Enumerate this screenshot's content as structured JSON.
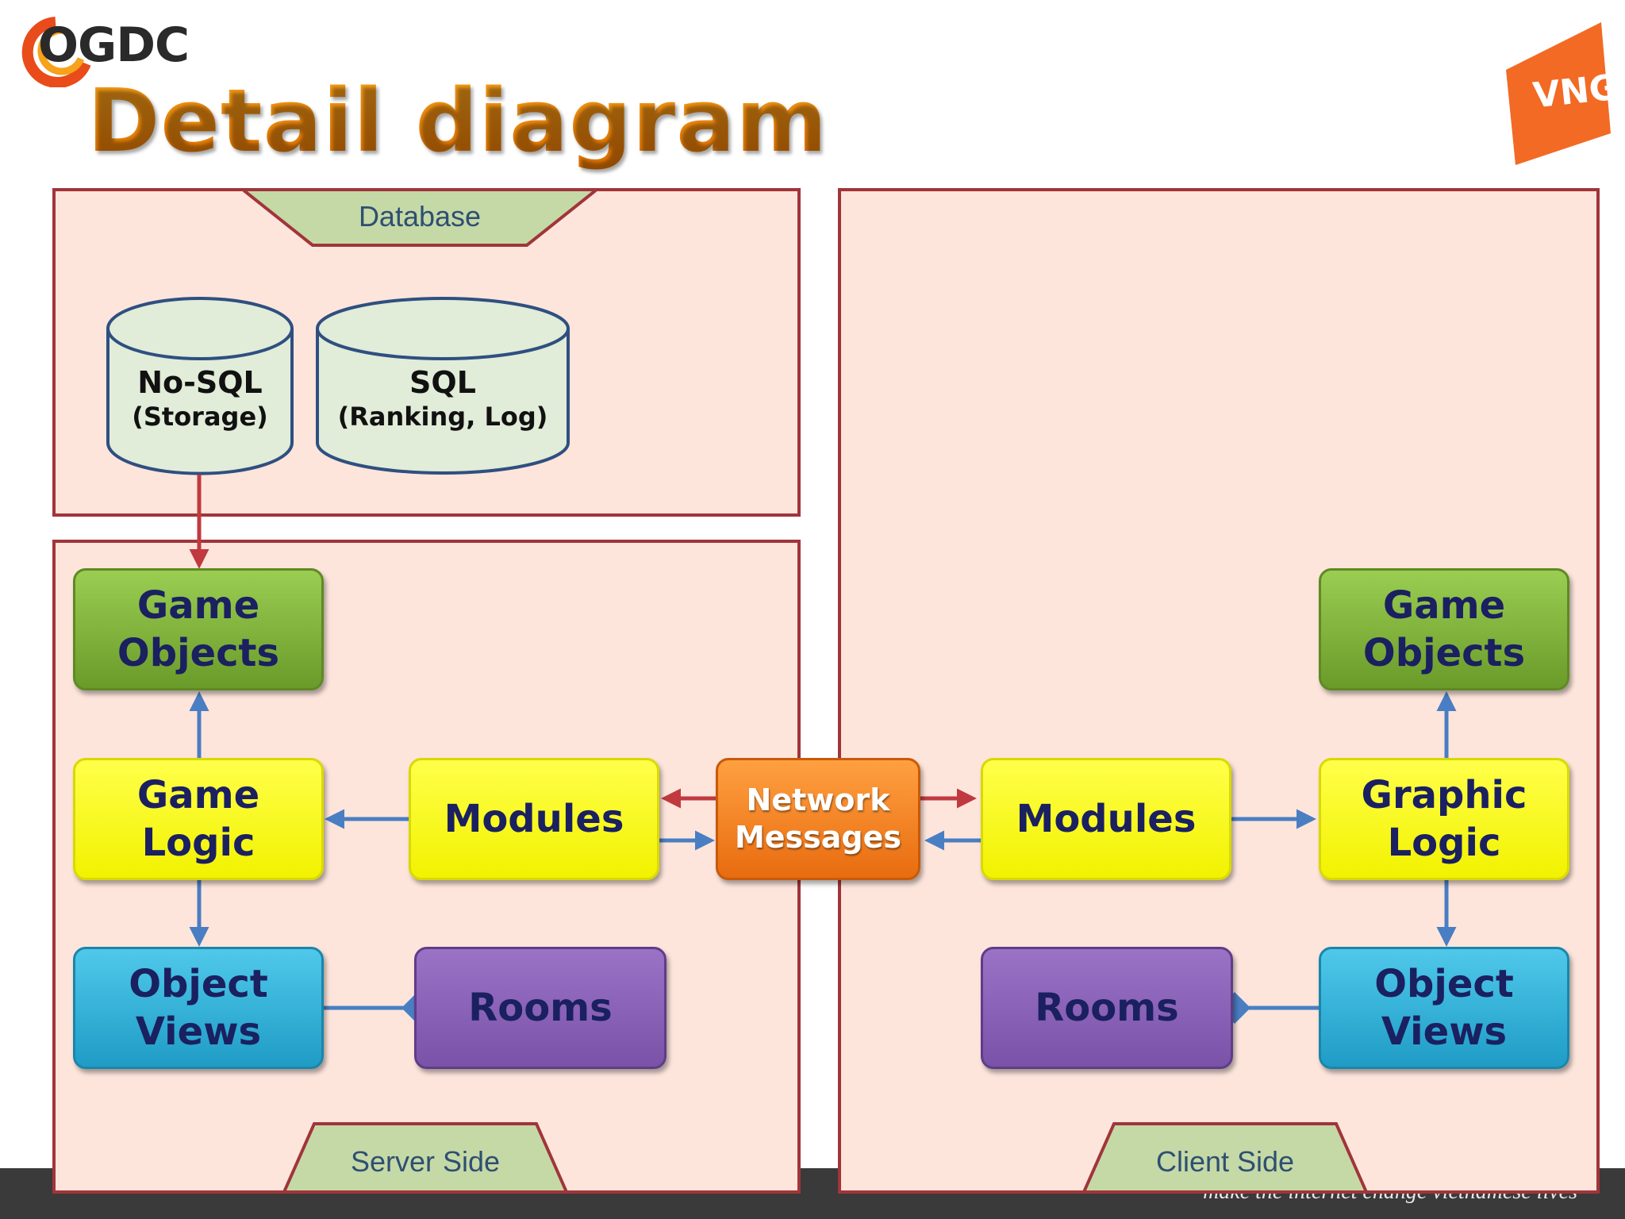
{
  "header": {
    "logo_text": "OGDC",
    "title": "Detail diagram",
    "brand_logo_text": "VNG"
  },
  "footer": {
    "tagline": "make the internet change vietnamese lives"
  },
  "database": {
    "label": "Database",
    "nosql": {
      "title": "No-SQL",
      "subtitle": "(Storage)"
    },
    "sql": {
      "title": "SQL",
      "subtitle": "(Ranking, Log)"
    }
  },
  "server": {
    "label": "Server Side",
    "game_objects": "Game\nObjects",
    "game_logic": "Game\nLogic",
    "modules": "Modules",
    "object_views": "Object\nViews",
    "rooms": "Rooms"
  },
  "network": {
    "label": "Network\nMessages"
  },
  "client": {
    "label": "Client Side",
    "game_objects": "Game\nObjects",
    "graphic_logic": "Graphic\nLogic",
    "modules": "Modules",
    "object_views": "Object\nViews",
    "rooms": "Rooms"
  },
  "colors": {
    "panel_fill": "#fde5dc",
    "panel_border": "#a0353a",
    "label_tab_fill": "#c5d9a6",
    "arrow_blue": "#4a7ec2",
    "arrow_red": "#c0393f",
    "title_orange": "#f08a0c"
  }
}
